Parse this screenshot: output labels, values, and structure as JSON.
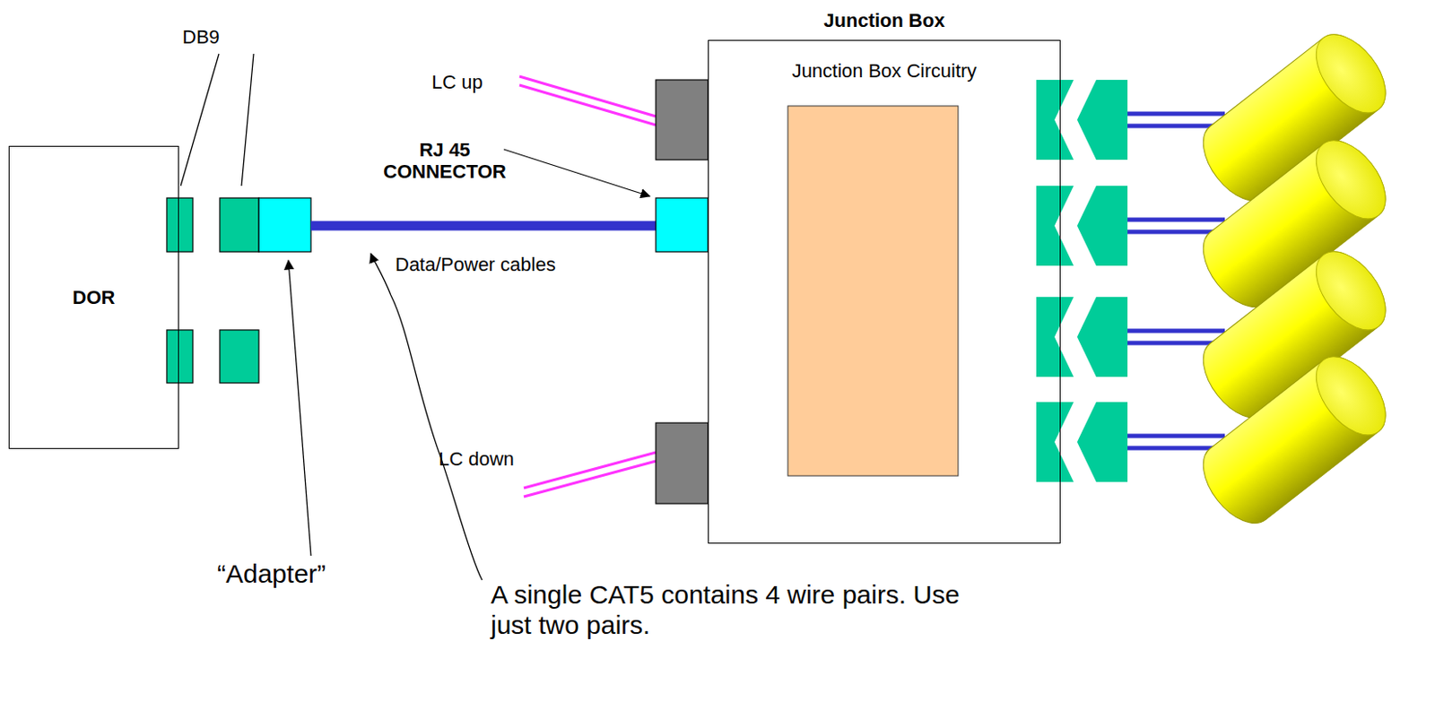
{
  "diagram": {
    "nodes": [
      {
        "text": [
          "DOR"
        ]
      },
      {
        "text": [
          "Junction Box",
          "Junction Box Circuitry"
        ]
      }
    ],
    "labels": [
      "DB9",
      "LC up",
      "RJ 45 CONNECTOR",
      "Data/Power cables",
      "LC down",
      "“Adapter”",
      "A single CAT5 contains 4 wire pairs. Use just two pairs."
    ]
  }
}
